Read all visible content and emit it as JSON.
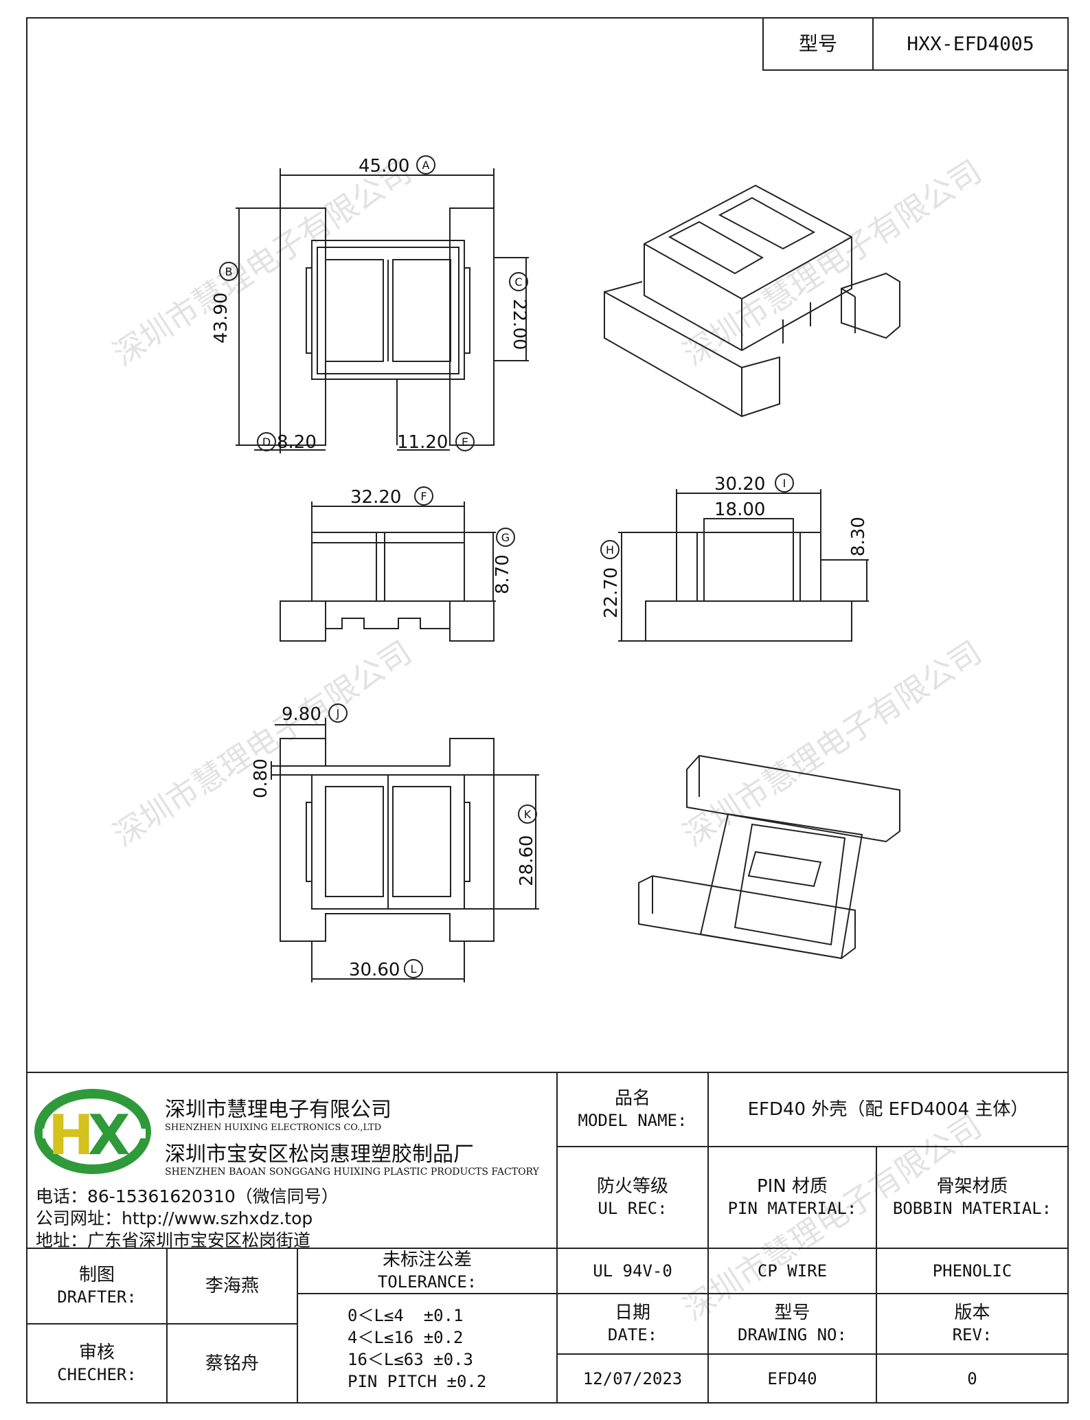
{
  "header": {
    "model_label": "型号",
    "model_value": "HXX-EFD4005"
  },
  "drawing": {
    "top_view": {
      "dim_a": "45.00",
      "dim_a_tag": "A",
      "dim_b": "43.90",
      "dim_b_tag": "B",
      "dim_c": "22.00",
      "dim_c_tag": "C",
      "dim_d": "8.20",
      "dim_d_tag": "D",
      "dim_e": "11.20",
      "dim_e_tag": "E"
    },
    "front_view": {
      "dim_f": "32.20",
      "dim_f_tag": "F",
      "dim_g": "8.70",
      "dim_g_tag": "G"
    },
    "side_view": {
      "dim_i": "30.20",
      "dim_i_tag": "I",
      "dim_inner": "18.00",
      "dim_h": "22.70",
      "dim_h_tag": "H",
      "dim_830": "8.30"
    },
    "bottom_view": {
      "dim_j": "9.80",
      "dim_j_tag": "J",
      "dim_080": "0.80",
      "dim_k": "28.60",
      "dim_k_tag": "K",
      "dim_l": "30.60",
      "dim_l_tag": "L"
    }
  },
  "watermark": "深圳市慧理电子有限公司",
  "company": {
    "logo_letters": "HX",
    "name_cn": "深圳市慧理电子有限公司",
    "name_en": "SHENZHEN HUIXING ELECTRONICS CO.,LTD",
    "factory_cn": "深圳市宝安区松岗惠理塑胶制品厂",
    "factory_en": "SHENZHEN BAOAN SONGGANG HUIXING PLASTIC PRODUCTS FACTORY",
    "phone": "电话：86-15361620310（微信同号）",
    "website": "公司网址：http://www.szhxdz.top",
    "address": "地址：广东省深圳市宝安区松岗街道"
  },
  "table": {
    "model_name_cn": "品名",
    "model_name_en": "MODEL NAME:",
    "model_name_value": "EFD40 外壳（配 EFD4004 主体）",
    "ul_cn": "防火等级",
    "ul_en": "UL REC:",
    "pin_cn": "PIN 材质",
    "pin_en": "PIN MATERIAL:",
    "bobbin_cn": "骨架材质",
    "bobbin_en": "BOBBIN MATERIAL:",
    "ul_value": "UL 94V-0",
    "pin_value": "CP WIRE",
    "bobbin_value": "PHENOLIC",
    "drafter_cn": "制图",
    "drafter_en": "DRAFTER:",
    "drafter_name": "李海燕",
    "checker_cn": "审核",
    "checker_en": "CHECHER:",
    "checker_name": "蔡铭舟",
    "tolerance_cn": "未标注公差",
    "tolerance_en": "TOLERANCE:",
    "tolerance_lines": [
      "0＜L≤4  ±0.1",
      "4＜L≤16 ±0.2",
      "16＜L≤63 ±0.3",
      "PIN PITCH ±0.2"
    ],
    "date_cn": "日期",
    "date_en": "DATE:",
    "date_value": "12/07/2023",
    "drawing_no_cn": "型号",
    "drawing_no_en": "DRAWING NO:",
    "drawing_no_value": "EFD40",
    "rev_cn": "版本",
    "rev_en": "REV:",
    "rev_value": "0"
  }
}
